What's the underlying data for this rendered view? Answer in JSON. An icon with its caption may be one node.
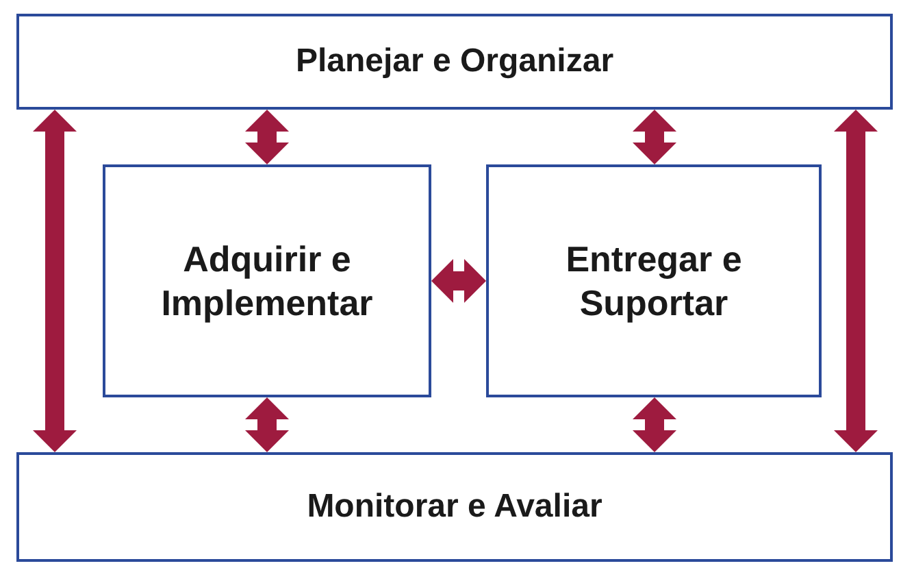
{
  "diagram": {
    "nodes": [
      {
        "text": [
          "Planejar e Organizar"
        ]
      },
      {
        "text": [
          "Adquirir e Implementar"
        ]
      },
      {
        "text": [
          "Entregar e Suportar"
        ]
      },
      {
        "text": [
          "Monitorar e Avaliar"
        ]
      }
    ],
    "edges": [
      {
        "from": 0,
        "to": 1,
        "arrow": "both"
      },
      {
        "from": 0,
        "to": 2,
        "arrow": "both"
      },
      {
        "from": 1,
        "to": 2,
        "arrow": "both"
      },
      {
        "from": 1,
        "to": 3,
        "arrow": "both"
      },
      {
        "from": 2,
        "to": 3,
        "arrow": "both"
      },
      {
        "from": 0,
        "to": 3,
        "arrow": "both"
      },
      {
        "from": 0,
        "to": 3,
        "arrow": "both"
      }
    ]
  }
}
